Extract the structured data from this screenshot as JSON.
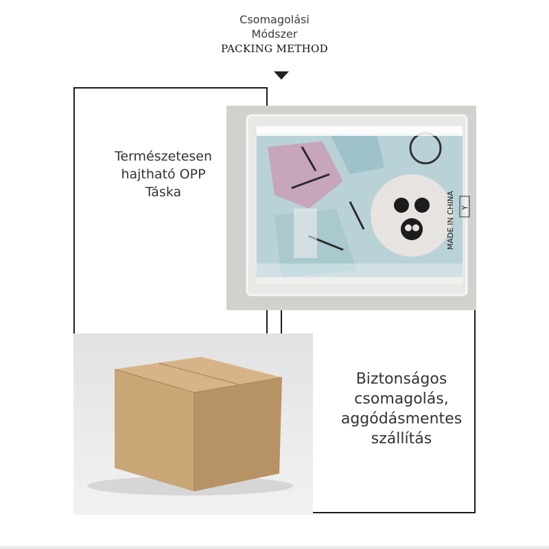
{
  "header": {
    "title_line1": "Csomagolási",
    "title_line2": "Módszer",
    "title_en": "PACKING METHOD"
  },
  "step1": {
    "caption_line1": "Természetesen",
    "caption_line2": "hajtható OPP",
    "caption_line3": "Táska"
  },
  "step2": {
    "caption_line1": "Biztonságos",
    "caption_line2": "csomagolás,",
    "caption_line3": "aggódásmentes",
    "caption_line4": "szállítás"
  },
  "bag_print": {
    "made_in": "MADE IN CHINA",
    "size_letter": "Y"
  },
  "icons": {
    "arrow": "arrow-down-icon"
  },
  "colors": {
    "line": "#1a1a1a",
    "cardboard": "#c9a676",
    "text": "#333333"
  }
}
